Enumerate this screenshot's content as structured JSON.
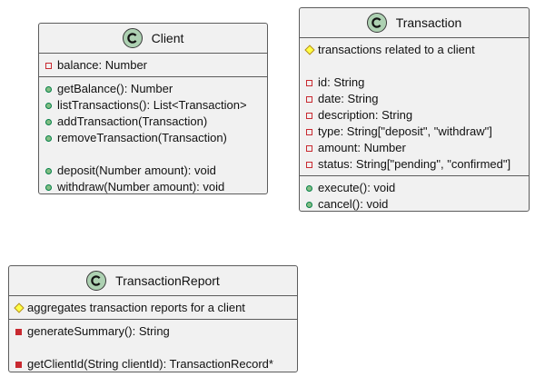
{
  "classes": {
    "client": {
      "stereotype_letter": "C",
      "name": "Client",
      "fields": [
        "balance: Number"
      ],
      "methods_group1": [
        "getBalance(): Number",
        "listTransactions(): List<Transaction>",
        "addTransaction(Transaction)",
        "removeTransaction(Transaction)"
      ],
      "methods_group2": [
        "deposit(Number amount): void",
        "withdraw(Number amount): void"
      ]
    },
    "transaction": {
      "stereotype_letter": "C",
      "name": "Transaction",
      "note": "transactions related to a client",
      "fields": [
        "id: String",
        "date: String",
        "description: String",
        "type: String[\"deposit\", \"withdraw\"]",
        "amount: Number",
        "status: String[\"pending\", \"confirmed\"]"
      ],
      "methods": [
        "execute(): void",
        "cancel(): void"
      ]
    },
    "transaction_report": {
      "stereotype_letter": "C",
      "name": "TransactionReport",
      "note": "aggregates transaction reports for a client",
      "methods_group1": [
        "generateSummary(): String"
      ],
      "methods_group2": [
        "getClientId(String clientId): TransactionRecord*"
      ]
    }
  },
  "colors": {
    "box_fill": "#f1f1f1",
    "box_border": "#5c5c5c",
    "class_icon": "#add1b2",
    "private": "#c82930",
    "public": "#84be84",
    "protected": "#ffff44"
  }
}
